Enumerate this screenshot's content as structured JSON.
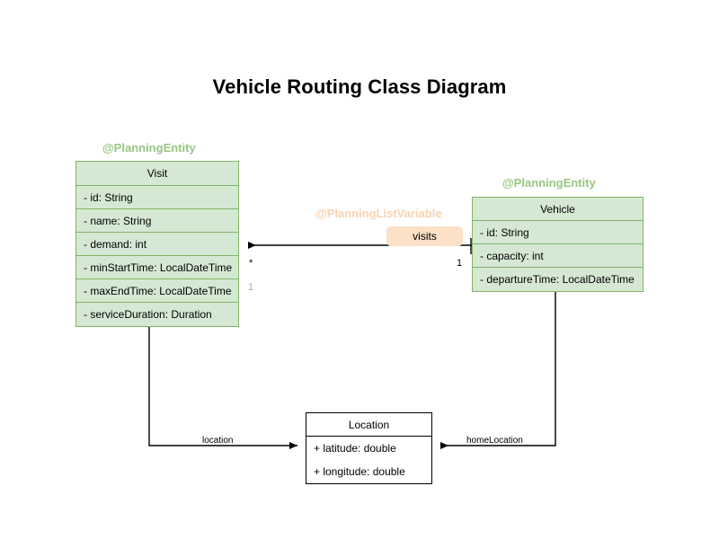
{
  "diagram": {
    "title": "Vehicle Routing Class Diagram",
    "background_color": "#ffffff",
    "entity_fill_color": "#d5e8d4",
    "entity_border_color": "#82b366",
    "plain_fill_color": "#ffffff",
    "plain_border_color": "#000000",
    "stereotype_entity_color": "#97c681",
    "stereotype_listvar_color": "#fad2b0",
    "badge_color": "#fce0c8",
    "multiplicity_accent_color": "#b39ddb"
  },
  "classes": {
    "visit": {
      "stereotype": "@PlanningEntity",
      "name": "Visit",
      "attributes": [
        "- id: String",
        "- name: String",
        "- demand: int",
        "- minStartTime: LocalDateTime",
        "- maxEndTime: LocalDateTime",
        "- serviceDuration: Duration"
      ]
    },
    "vehicle": {
      "stereotype": "@PlanningEntity",
      "name": "Vehicle",
      "attributes": [
        "- id: String",
        "- capacity: int",
        "- departureTime: LocalDateTime"
      ]
    },
    "location": {
      "name": "Location",
      "attributes": [
        "+ latitude: double",
        "+ longitude: double"
      ]
    }
  },
  "relationships": {
    "visits": {
      "stereotype": "@PlanningListVariable",
      "badge_label": "visits",
      "source": "Vehicle",
      "target": "Visit",
      "source_multiplicity": "1",
      "target_multiplicity": "*",
      "secondary_multiplicity": "1"
    },
    "visit_location": {
      "label": "location",
      "source": "Visit",
      "target": "Location"
    },
    "vehicle_home_location": {
      "label": "homeLocation",
      "source": "Vehicle",
      "target": "Location"
    }
  }
}
